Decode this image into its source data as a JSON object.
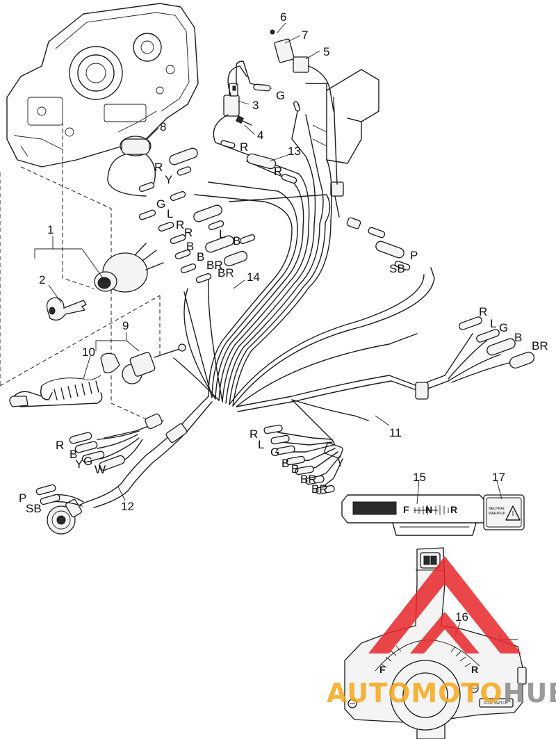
{
  "callouts": [
    "1",
    "2",
    "3",
    "4",
    "5",
    "6",
    "7",
    "8",
    "9",
    "10",
    "11",
    "12",
    "13",
    "14",
    "15",
    "16",
    "17"
  ],
  "wire_labels": {
    "g_top": "G",
    "r_mid": "R",
    "r_13": "R",
    "r_left": "R",
    "y_left": "Y",
    "g_left": "G",
    "l_left": "L",
    "r_c1": "R",
    "r_c2": "R",
    "l_c": "L",
    "b_c1": "B",
    "b_c2": "B",
    "b_c3": "B",
    "br_c1": "BR",
    "br_c2": "BR",
    "p_right": "P",
    "sb_right": "SB",
    "r_rt": "R",
    "l_rt": "L",
    "g_rt": "G",
    "b_rt": "B",
    "br_rt": "BR",
    "r_11": "R",
    "l_11": "L",
    "g_11": "G",
    "b_11a": "B",
    "b_11b": "B",
    "br_11a": "BR",
    "br_11b": "BR",
    "r_12": "R",
    "b_12": "B",
    "y_12": "Y",
    "g_12": "G",
    "w_12": "W",
    "p_12": "P",
    "sb_12": "SB"
  },
  "shift_scale": {
    "f": "F",
    "n": "N",
    "r": "R"
  },
  "lever_marks": {
    "f": "F",
    "r": "R"
  },
  "neutral_label": {
    "line1": "NEUTRAL",
    "line2": "WARM-UP"
  },
  "stop_switch_label": "STOP SWITCH",
  "watermark": {
    "text": "AUTOMOTOHUB",
    "color_main": "#f4a81a",
    "color_hub": "#8a8a8a",
    "triangle_color": "#e8262b"
  }
}
